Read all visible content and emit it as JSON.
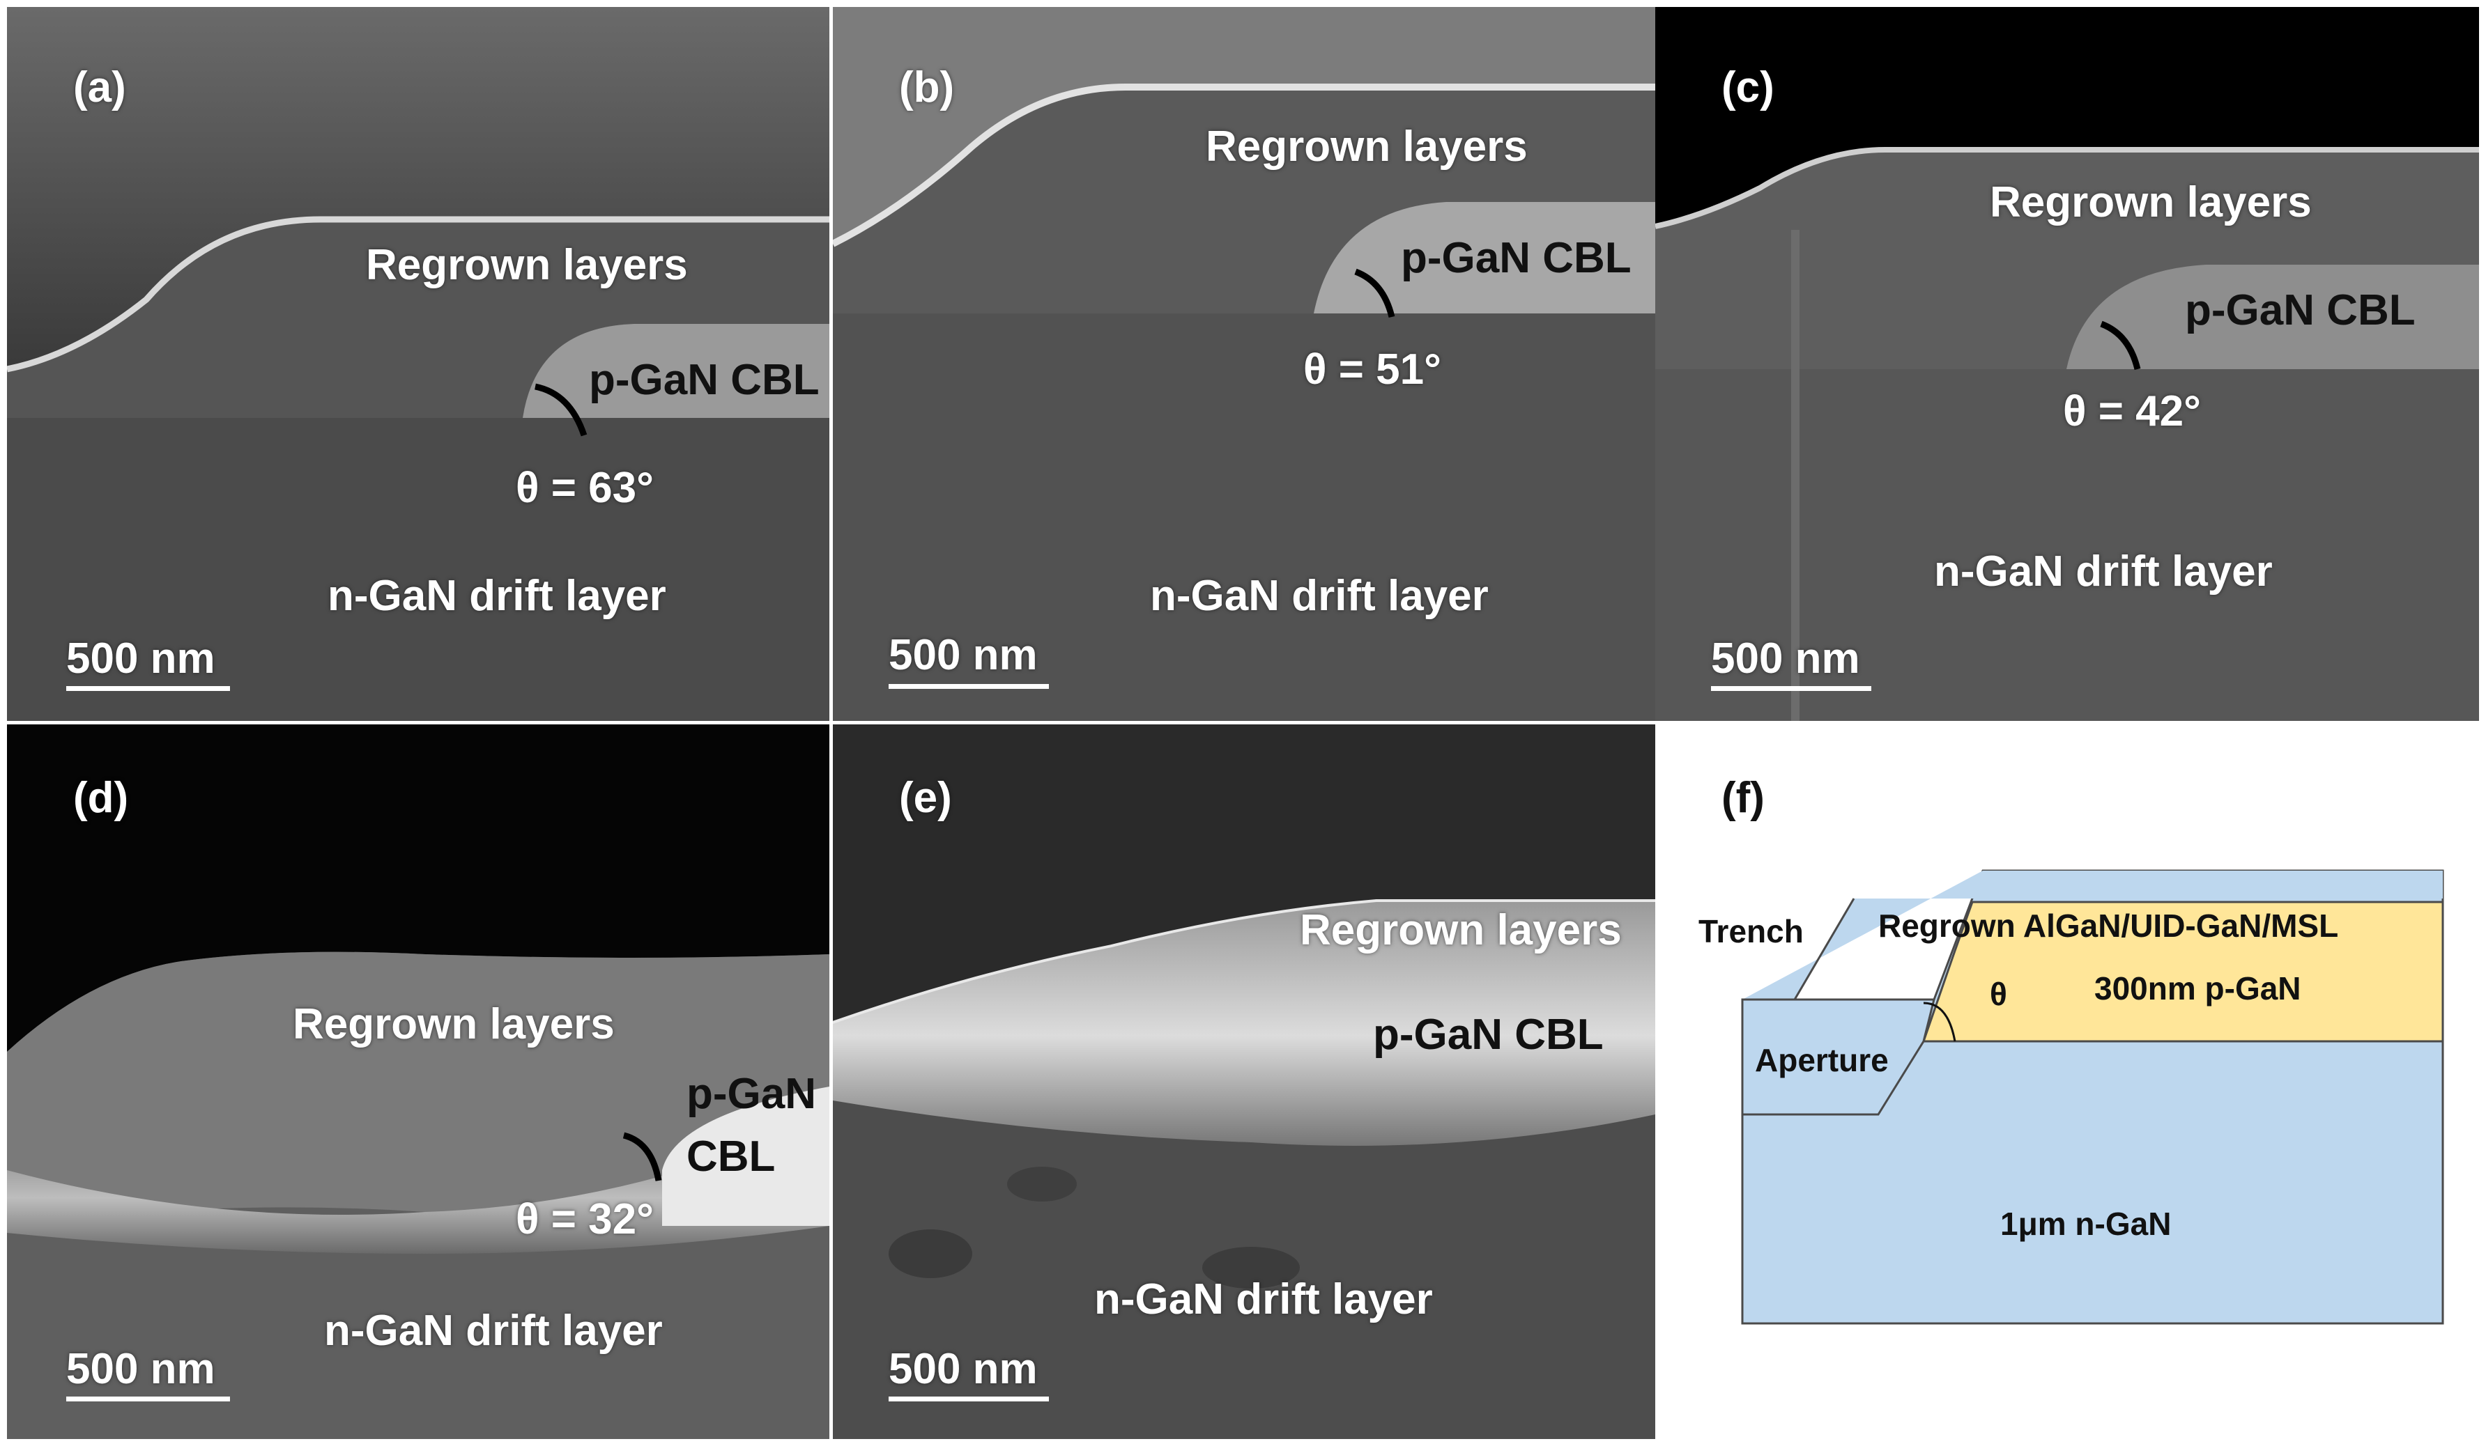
{
  "panels": {
    "a": {
      "letter": "(a)",
      "regrown": "Regrown layers",
      "cbl": "p-GaN CBL",
      "theta": "θ = 63°",
      "drift": "n-GaN drift layer",
      "scale": "500 nm"
    },
    "b": {
      "letter": "(b)",
      "regrown": "Regrown layers",
      "cbl": "p-GaN CBL",
      "theta": "θ = 51°",
      "drift": "n-GaN drift layer",
      "scale": "500 nm"
    },
    "c": {
      "letter": "(c)",
      "regrown": "Regrown layers",
      "cbl": "p-GaN CBL",
      "theta": "θ = 42°",
      "drift": "n-GaN drift layer",
      "scale": "500 nm"
    },
    "d": {
      "letter": "(d)",
      "regrown": "Regrown layers",
      "cbl_line1": "p-GaN",
      "cbl_line2": "CBL",
      "theta": "θ = 32°",
      "drift": "n-GaN drift layer",
      "scale": "500 nm"
    },
    "e": {
      "letter": "(e)",
      "regrown": "Regrown layers",
      "cbl": "p-GaN CBL",
      "drift": "n-GaN drift layer",
      "scale": "500 nm"
    },
    "f": {
      "letter": "(f)",
      "trench": "Trench",
      "regrown": "Regrown AlGaN/UID-GaN/MSL",
      "pgan": "300nm p-GaN",
      "theta": "θ",
      "aperture": "Aperture",
      "ngan": "1μm n-GaN"
    }
  },
  "colors": {
    "schematic_blue": "#bdd7ee",
    "schematic_yellow": "#ffe699",
    "outline": "#4a4a4a"
  }
}
